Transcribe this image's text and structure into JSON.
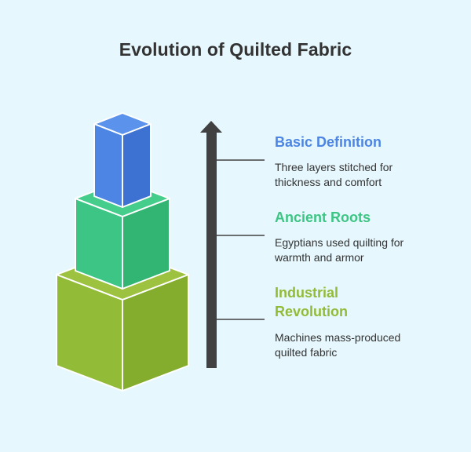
{
  "title": "Evolution of Quilted Fabric",
  "colors": {
    "background": "#e6f7fd",
    "arrow": "#414141",
    "text": "#333333"
  },
  "steps": [
    {
      "title": "Basic Definition",
      "description": "Three layers stitched for thickness and comfort",
      "color": "#4c85e4",
      "color_dark": "#3d72d2",
      "color_top": "#5a92ec"
    },
    {
      "title": "Ancient Roots",
      "description": "Egyptians used quilting for warmth and armor",
      "color": "#3cc584",
      "color_dark": "#32b473",
      "color_top": "#45cd8c"
    },
    {
      "title": "Industrial Revolution",
      "description": "Machines mass-produced quilted fabric",
      "color": "#92bb37",
      "color_dark": "#84ad2d",
      "color_top": "#9cc23f"
    }
  ]
}
